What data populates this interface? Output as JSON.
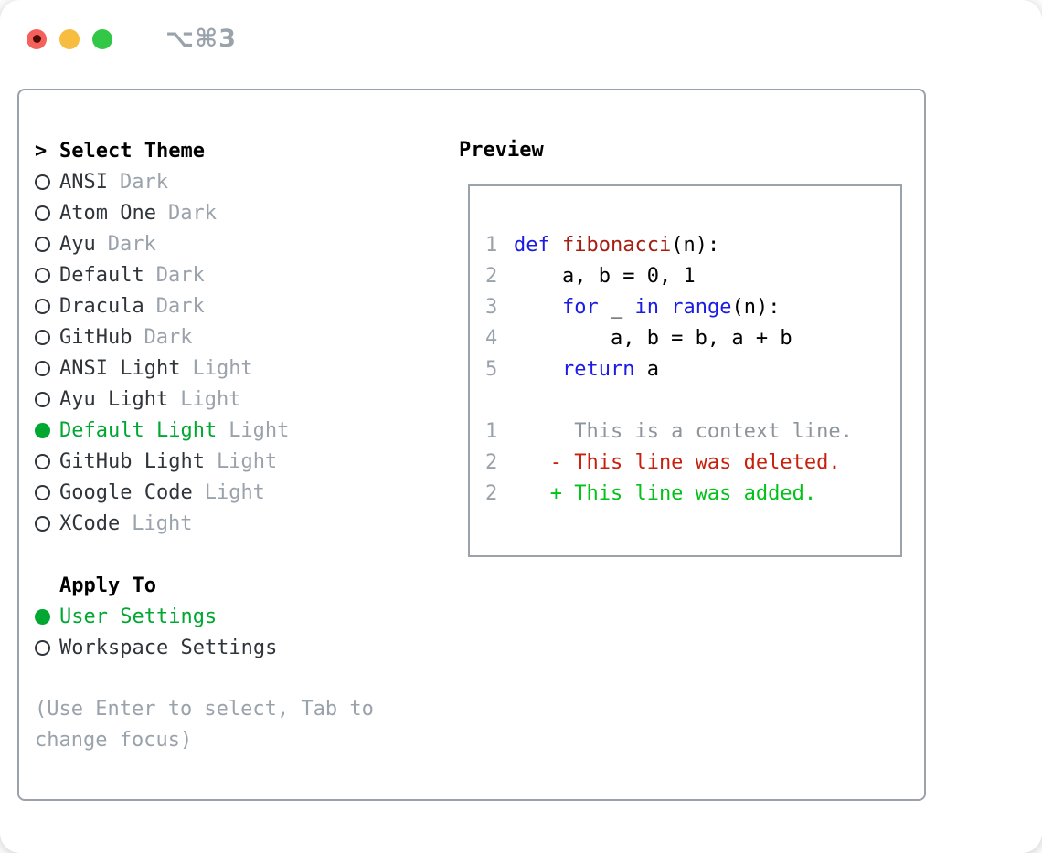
{
  "window": {
    "shortcut": "⌥⌘3"
  },
  "theme_list": {
    "header": {
      "marker": ">",
      "label": "Select Theme"
    },
    "items": [
      {
        "name": "ANSI",
        "tag": "Dark",
        "selected": false
      },
      {
        "name": "Atom One",
        "tag": "Dark",
        "selected": false
      },
      {
        "name": "Ayu",
        "tag": "Dark",
        "selected": false
      },
      {
        "name": "Default",
        "tag": "Dark",
        "selected": false
      },
      {
        "name": "Dracula",
        "tag": "Dark",
        "selected": false
      },
      {
        "name": "GitHub",
        "tag": "Dark",
        "selected": false
      },
      {
        "name": "ANSI Light",
        "tag": "Light",
        "selected": false
      },
      {
        "name": "Ayu Light",
        "tag": "Light",
        "selected": false
      },
      {
        "name": "Default Light",
        "tag": "Light",
        "selected": true
      },
      {
        "name": "GitHub Light",
        "tag": "Light",
        "selected": false
      },
      {
        "name": "Google Code",
        "tag": "Light",
        "selected": false
      },
      {
        "name": "XCode",
        "tag": "Light",
        "selected": false
      }
    ]
  },
  "apply_to": {
    "header": "Apply To",
    "items": [
      {
        "name": "User Settings",
        "selected": true
      },
      {
        "name": "Workspace Settings",
        "selected": false
      }
    ]
  },
  "hint": "(Use Enter to select, Tab to change focus)",
  "preview": {
    "title": "Preview",
    "code_lines": [
      {
        "num": "1",
        "tokens": [
          [
            "kw",
            "def "
          ],
          [
            "fn",
            "fibonacci"
          ],
          [
            "pl",
            "(n):"
          ]
        ]
      },
      {
        "num": "2",
        "tokens": [
          [
            "pl",
            "    a, b = 0, 1"
          ]
        ]
      },
      {
        "num": "3",
        "tokens": [
          [
            "pl",
            "    "
          ],
          [
            "kw",
            "for"
          ],
          [
            "pl",
            " _ "
          ],
          [
            "kw",
            "in"
          ],
          [
            "pl",
            " "
          ],
          [
            "kw",
            "range"
          ],
          [
            "pl",
            "(n):"
          ]
        ]
      },
      {
        "num": "4",
        "tokens": [
          [
            "pl",
            "        a, b = b, a + b"
          ]
        ]
      },
      {
        "num": "5",
        "tokens": [
          [
            "pl",
            "    "
          ],
          [
            "kw",
            "return"
          ],
          [
            "pl",
            " a"
          ]
        ]
      },
      {
        "num": "",
        "tokens": []
      },
      {
        "num": "1",
        "tokens": [
          [
            "ctx",
            "     This is a context line."
          ]
        ]
      },
      {
        "num": "2",
        "tokens": [
          [
            "del",
            "   - This line was deleted."
          ]
        ]
      },
      {
        "num": "2",
        "tokens": [
          [
            "add",
            "   + This line was added."
          ]
        ]
      }
    ]
  },
  "colors": {
    "selected_green": "#00a832",
    "added_green": "#00c217",
    "deleted_red": "#c9200e",
    "keyword_blue": "#1b1be4",
    "function_red": "#a61d12",
    "muted_gray": "#9aa2ab",
    "border_gray": "#9aa2ab"
  }
}
